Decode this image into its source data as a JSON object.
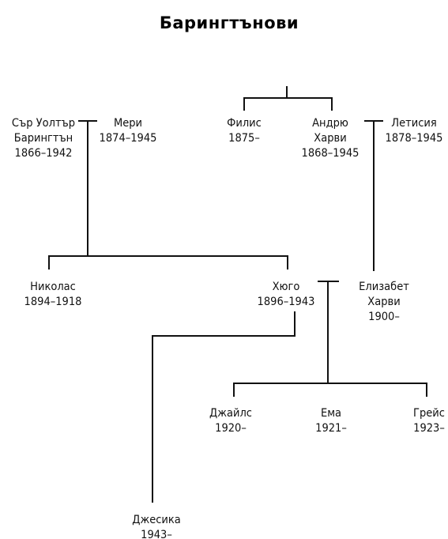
{
  "title": "Барингтънови",
  "colors": {
    "ink": "#111111",
    "paper": "#ffffff"
  },
  "people": [
    {
      "id": "walter",
      "lines": [
        "Сър Уолтър",
        "Барингтън",
        "1866–1942"
      ]
    },
    {
      "id": "mary",
      "lines": [
        "Мери",
        "1874–1945"
      ]
    },
    {
      "id": "phyllis",
      "lines": [
        "Филис",
        "1875–"
      ]
    },
    {
      "id": "andrew",
      "lines": [
        "Андрю",
        "Харви",
        "1868–1945"
      ]
    },
    {
      "id": "leticia",
      "lines": [
        "Летисия",
        "1878–1945"
      ]
    },
    {
      "id": "nicholas",
      "lines": [
        "Николас",
        "1894–1918"
      ]
    },
    {
      "id": "hugo",
      "lines": [
        "Хюго",
        "1896–1943"
      ]
    },
    {
      "id": "elizabeth",
      "lines": [
        "Елизабет",
        "Харви",
        "1900–"
      ]
    },
    {
      "id": "giles",
      "lines": [
        "Джайлс",
        "1920–"
      ]
    },
    {
      "id": "emma",
      "lines": [
        "Ема",
        "1921–"
      ]
    },
    {
      "id": "grace",
      "lines": [
        "Грейс",
        "1923–"
      ]
    },
    {
      "id": "jessica",
      "lines": [
        "Джесика",
        "1943–"
      ]
    }
  ]
}
